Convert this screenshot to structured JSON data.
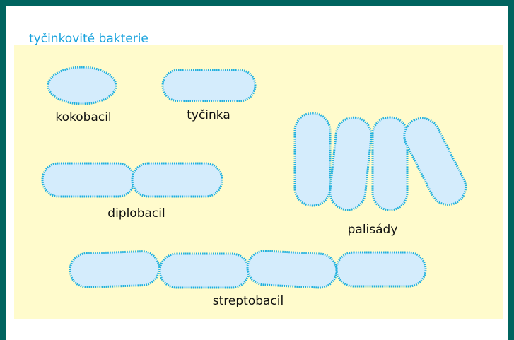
{
  "diagram": {
    "title": "tyčinkovité bakterie",
    "labels": {
      "coccobacillus": "kokobacil",
      "rod": "tyčinka",
      "diplobacillus": "diplobacil",
      "palisades": "palisády",
      "streptobacillus": "streptobacil"
    }
  },
  "colors": {
    "frame": "#00645f",
    "panel_background": "#fffbcc",
    "cell_fill": "#d4ecfc",
    "cell_outline": "#1fb0de",
    "title_text": "#1aa3dd",
    "label_text": "#111111"
  }
}
